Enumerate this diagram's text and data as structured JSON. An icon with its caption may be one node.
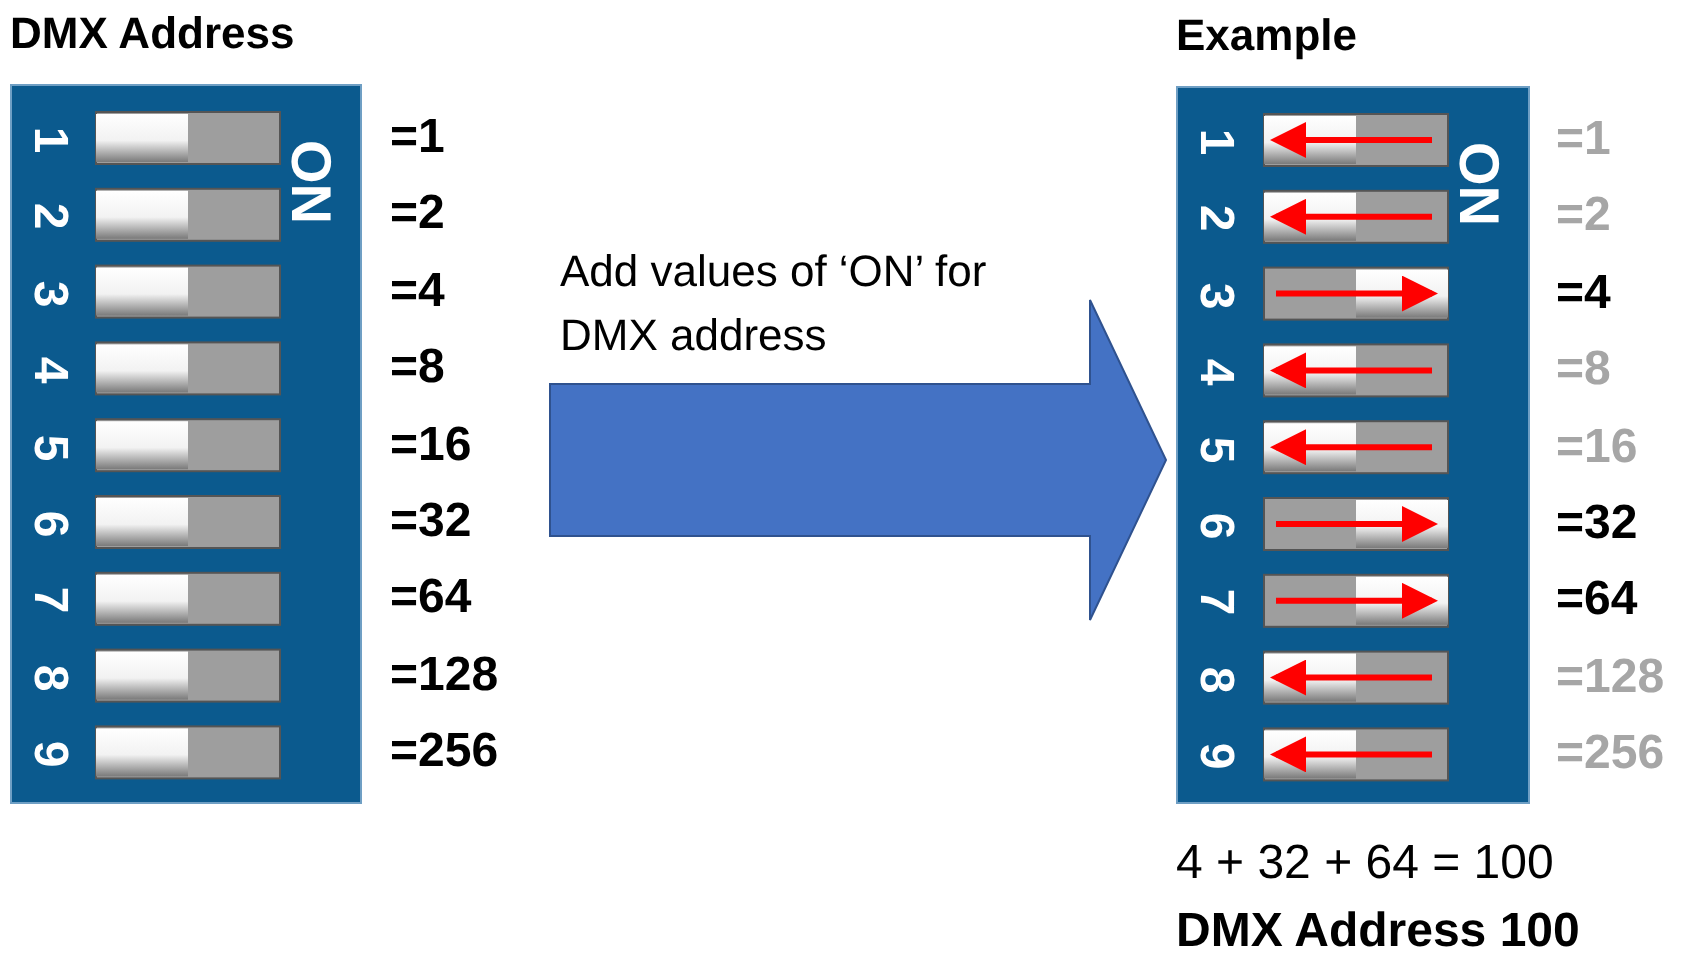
{
  "diagram": {
    "nodes": [
      {
        "text": [
          "DMX Address",
          "1",
          "2",
          "3",
          "4",
          "5",
          "6",
          "7",
          "8",
          "9",
          "ON"
        ],
        "beside": [
          "=1",
          "=2",
          "=4",
          "=8",
          "=16",
          "=32",
          "=64",
          "=128",
          "=256"
        ]
      },
      {
        "text": [
          "Example",
          "1",
          "2",
          "3",
          "4",
          "5",
          "6",
          "7",
          "8",
          "9",
          "ON"
        ],
        "beside": [
          "=1",
          "=2",
          "=4",
          "=8",
          "=16",
          "=32",
          "=64",
          "=128",
          "=256"
        ]
      }
    ],
    "edges": [
      {
        "from": 0,
        "to": 1,
        "arrow": "to",
        "style": "thick",
        "color": "#4472c4",
        "label": "Add values of ‘ON’ for DMX address"
      }
    ],
    "labels": [
      "4 + 32 + 64 = 100",
      "DMX Address 100"
    ]
  }
}
